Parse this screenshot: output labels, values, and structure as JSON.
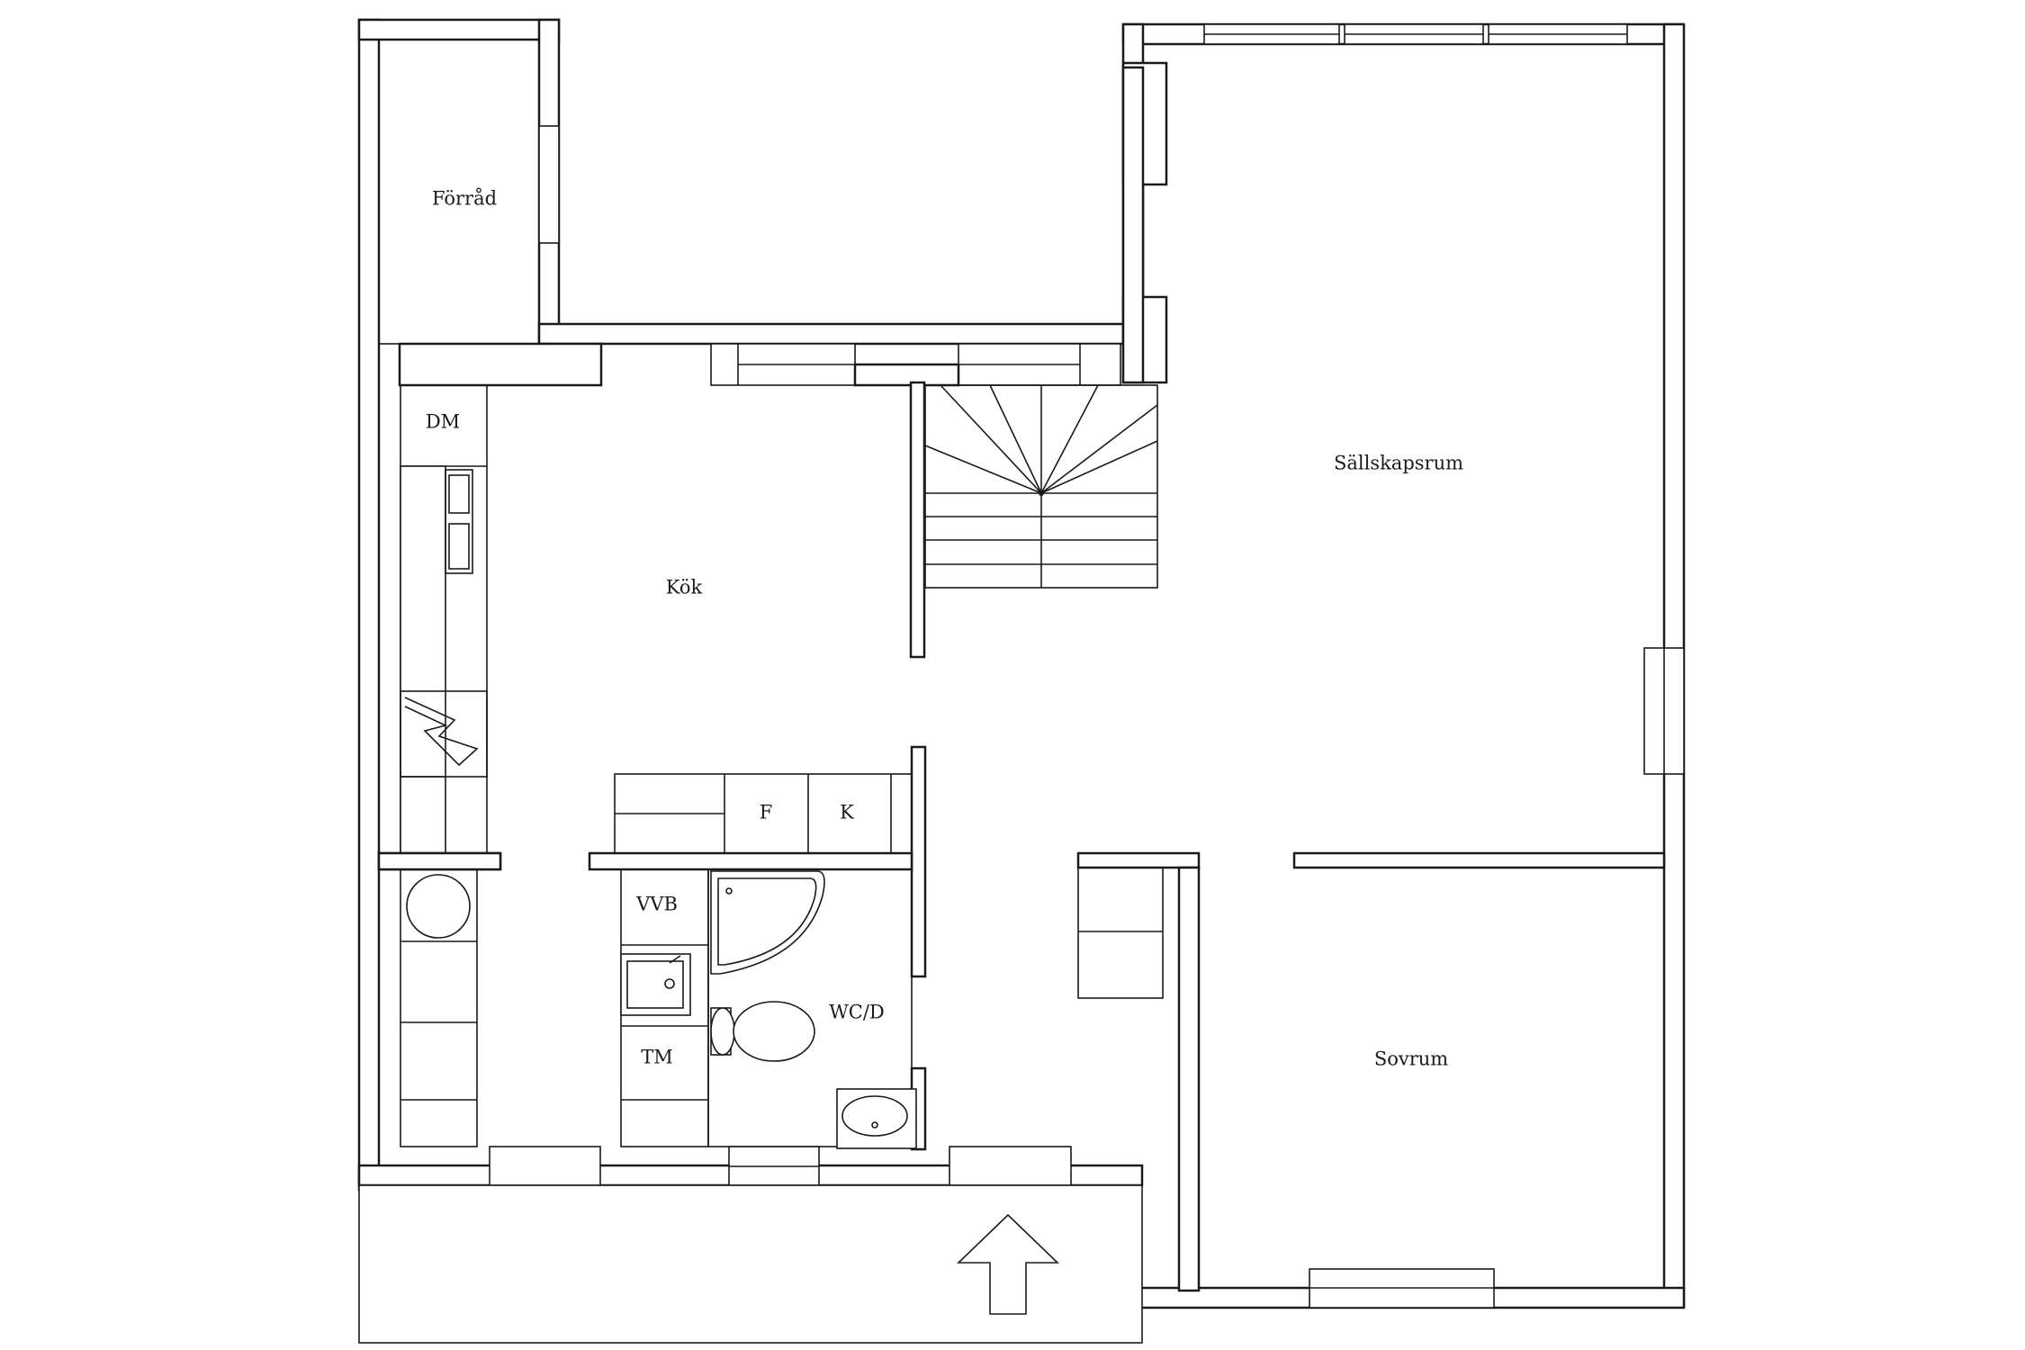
{
  "rooms": {
    "storage": "Förråd",
    "kitchen": "Kök",
    "living_room": "Sällskapsrum",
    "bedroom": "Sovrum",
    "bathroom": "WC/D"
  },
  "fixtures": {
    "dishwasher": "DM",
    "fridge": "F",
    "freezer": "K",
    "water_heater": "VVB",
    "dryer": "TM"
  }
}
